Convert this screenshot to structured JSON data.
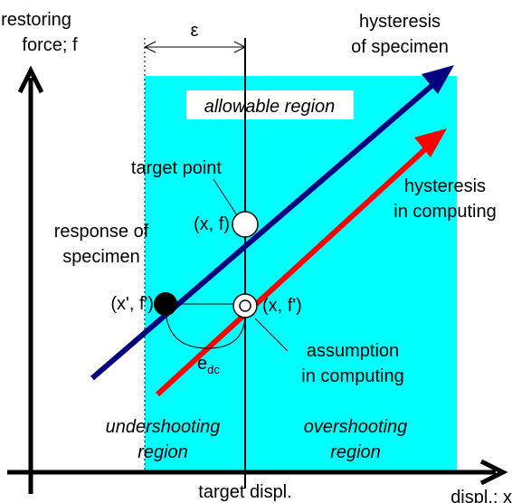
{
  "axes": {
    "y_label_line1": "restoring",
    "y_label_line2": "force; f",
    "x_label": "displ.; x",
    "x_tick_label": "target displ."
  },
  "epsilon_label": "ε",
  "regions": {
    "allowable": "allowable region",
    "undershooting_line1": "undershooting",
    "undershooting_line2": "region",
    "overshooting_line1": "overshooting",
    "overshooting_line2": "region"
  },
  "lines": {
    "specimen_line1": "hysteresis",
    "specimen_line2": "of specimen",
    "computing_line1": "hysteresis",
    "computing_line2": "in computing"
  },
  "points": {
    "target_label": "target point",
    "target_coord": "(x, f)",
    "response_line1": "response of",
    "response_line2": "specimen",
    "response_coord": "(x', f')",
    "assumption_coord": "(x, f')",
    "assumption_line1": "assumption",
    "assumption_line2": "in computing"
  },
  "error": {
    "base": "e",
    "subscript": "dc"
  },
  "colors": {
    "region_fill": "#00ffff",
    "specimen_line": "#000080",
    "computing_line": "#ff0000",
    "axis": "#000000"
  }
}
